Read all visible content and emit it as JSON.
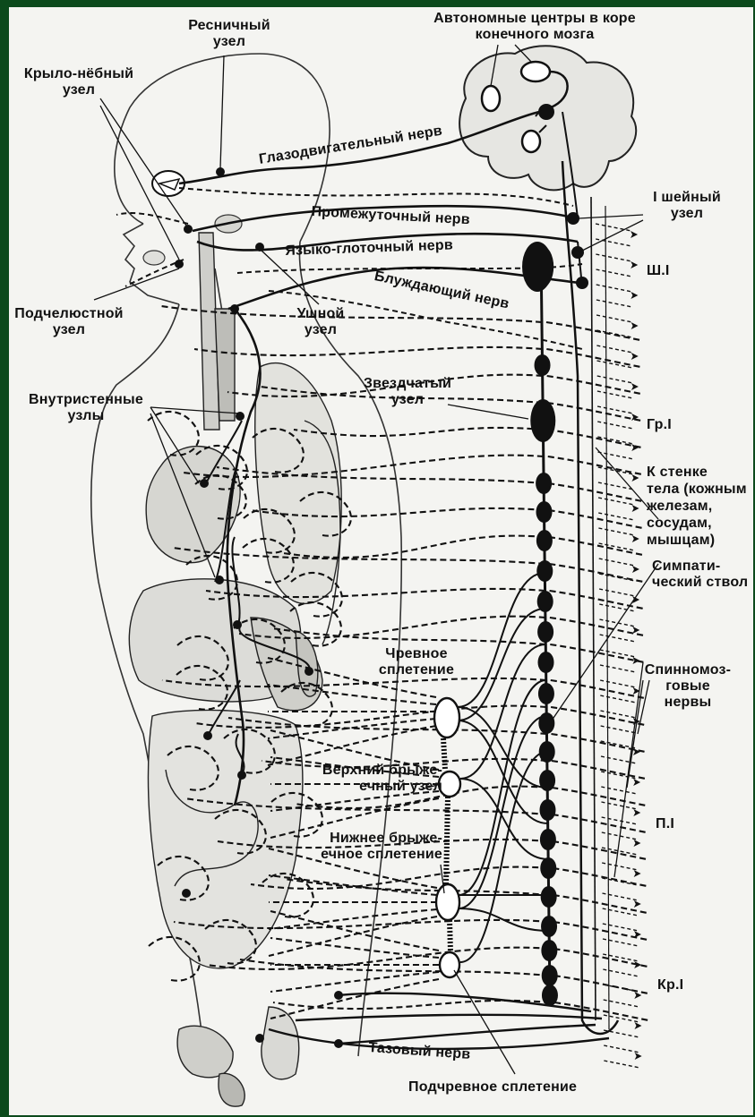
{
  "colors": {
    "frame": "#0c4a1c",
    "paper": "#f4f4f1",
    "ink": "#111111",
    "organ_fill": "#d8d8d4"
  },
  "labels": {
    "autonomic_centers": "Автономные центры в коре конечного мозга",
    "autonomic_centers_l1": "Автономные центры в коре",
    "autonomic_centers_l2": "конечного мозга",
    "ciliary_l1": "Ресничный",
    "ciliary_l2": "узел",
    "pterygopalatine_l1": "Крыло-нёбный",
    "pterygopalatine_l2": "узел",
    "oculomotor_nerve": "Глазодвигательный нерв",
    "intermediate_nerve": "Промежуточный нерв",
    "glossopharyngeal_nerve": "Языко-глоточный нерв",
    "vagus_nerve": "Блуждающий нерв",
    "cervical_ganglion_l1": "I шейный",
    "cervical_ganglion_l2": "узел",
    "c1": "Ш.I",
    "submandibular_l1": "Подчелюстной",
    "submandibular_l2": "узел",
    "otic_l1": "Ушной",
    "otic_l2": "узел",
    "intramural_l1": "Внутристенные",
    "intramural_l2": "узлы",
    "stellate_l1": "Звездчатый",
    "stellate_l2": "узел",
    "th1": "Гр.I",
    "body_wall_l1": "К стенке",
    "body_wall_l2": "тела (кожным",
    "body_wall_l3": "железам,",
    "body_wall_l4": "сосудам,",
    "body_wall_l5": "мышцам)",
    "sympathetic_trunk_l1": "Симпати-",
    "sympathetic_trunk_l2": "ческий ствол",
    "celiac_l1": "Чревное",
    "celiac_l2": "сплетение",
    "spinal_nerves_l1": "Спинномоз-",
    "spinal_nerves_l2": "говые",
    "spinal_nerves_l3": "нервы",
    "sup_mesenteric_l1": "Верхний брыже-",
    "sup_mesenteric_l2": "ечный узел",
    "l1": "П.I",
    "inf_mesenteric_l1": "Нижнее брыже-",
    "inf_mesenteric_l2": "ечное сплетение",
    "s1": "Кр.I",
    "pelvic_nerve": "Тазовый нерв",
    "hypogastric_plexus": "Подчревное сплетение"
  }
}
